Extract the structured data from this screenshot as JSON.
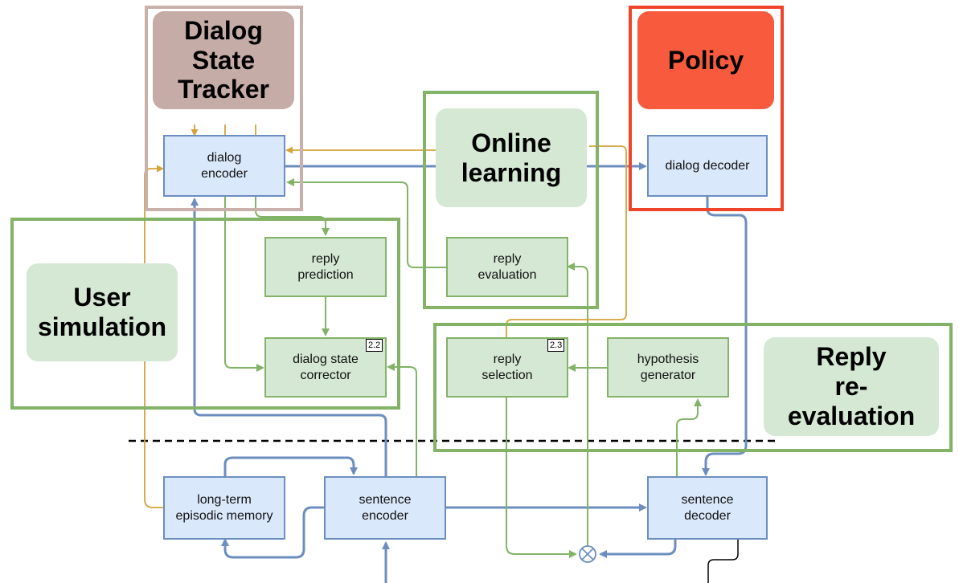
{
  "sections": {
    "dst": "Dialog\nState\nTracker",
    "policy": "Policy",
    "online": "Online\nlearning",
    "user": "User\nsimulation",
    "reply_reeval": "Reply\nre-\nevaluation"
  },
  "nodes": {
    "dialog_encoder": "dialog\nencoder",
    "dialog_decoder": "dialog decoder",
    "reply_prediction": "reply\nprediction",
    "dialog_state_corrector": "dialog state\ncorrector",
    "reply_evaluation": "reply\nevaluation",
    "reply_selection": "reply\nselection",
    "hypothesis_generator": "hypothesis\ngenerator",
    "long_term_memory": "long-term\nepisodic memory",
    "sentence_encoder": "sentence\nencoder",
    "sentence_decoder": "sentence\ndecoder"
  },
  "badges": {
    "corrector": "2.2",
    "selection": "2.3"
  },
  "colors": {
    "blue_edge": "#6c8ebf",
    "green_edge": "#82b366",
    "orange_edge": "#d6a23a",
    "dst_frame": "#c9b0ab",
    "dst_fill": "#c6aca6",
    "policy_frame": "#f0442a",
    "policy_fill": "#f85a3e",
    "green_frame": "#82b366",
    "green_fill": "#d5e8d4",
    "node_blue_fill": "#dae8fb",
    "node_green_fill": "#d5e8d4"
  },
  "icons": {
    "combine": "circled-times-icon"
  }
}
